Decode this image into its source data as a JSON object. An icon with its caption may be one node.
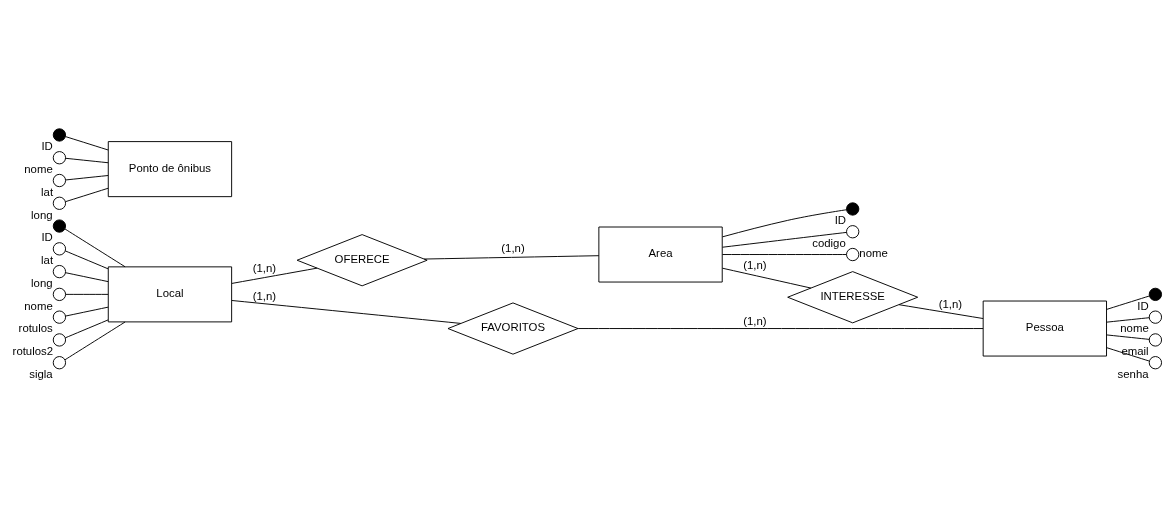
{
  "diagram": {
    "nodes": [
      {
        "text": [],
        "shape": "dot",
        "beside": [
          "ID"
        ]
      },
      {
        "text": [],
        "shape": "circle",
        "beside": [
          "lat"
        ]
      },
      {
        "text": [],
        "shape": "circle",
        "beside": [
          "long"
        ]
      },
      {
        "text": [],
        "shape": "circle",
        "beside": [
          "nome"
        ]
      },
      {
        "text": [],
        "shape": "circle",
        "beside": [
          "rotulos"
        ]
      },
      {
        "text": [],
        "shape": "circle",
        "beside": [
          "rotulos2"
        ]
      },
      {
        "text": [],
        "shape": "circle",
        "beside": [
          "sigla"
        ]
      },
      {
        "text": [
          "Local"
        ]
      },
      {
        "text": [
          "OFERECE"
        ]
      },
      {
        "text": [
          "Area"
        ]
      },
      {
        "text": [],
        "shape": "dot",
        "beside": [
          "ID"
        ]
      },
      {
        "text": [],
        "shape": "circle",
        "beside": [
          "codigo"
        ]
      },
      {
        "text": [],
        "shape": "circle",
        "beside": [
          "nome"
        ]
      },
      {
        "text": [
          "INTERESSE"
        ]
      },
      {
        "text": [
          "FAVORITOS"
        ]
      },
      {
        "text": [],
        "shape": "dot",
        "beside": [
          "ID"
        ]
      },
      {
        "text": [],
        "shape": "circle",
        "beside": [
          "nome"
        ]
      },
      {
        "text": [],
        "shape": "circle",
        "beside": [
          "lat"
        ]
      },
      {
        "text": [],
        "shape": "circle",
        "beside": [
          "long"
        ]
      },
      {
        "text": [
          "Ponto de ônibus"
        ]
      },
      {
        "text": [
          "Pessoa"
        ]
      },
      {
        "text": [],
        "shape": "dot",
        "beside": [
          "ID"
        ]
      },
      {
        "text": [],
        "shape": "circle",
        "beside": [
          "nome"
        ]
      },
      {
        "text": [],
        "shape": "circle",
        "beside": [
          "email"
        ]
      },
      {
        "text": [],
        "shape": "circle",
        "beside": [
          "senha"
        ]
      }
    ],
    "edges": [
      {
        "from": 0,
        "to": 7,
        "arrow": "none"
      },
      {
        "from": 1,
        "to": 7,
        "arrow": "none"
      },
      {
        "from": 2,
        "to": 7,
        "arrow": "none"
      },
      {
        "from": 3,
        "to": 7,
        "arrow": "none"
      },
      {
        "from": 4,
        "to": 7,
        "arrow": "none"
      },
      {
        "from": 5,
        "to": 7,
        "arrow": "none"
      },
      {
        "from": 6,
        "to": 7,
        "arrow": "none"
      },
      {
        "from": 7,
        "to": 8,
        "label": "(1,n)",
        "arrow": "none"
      },
      {
        "from": 8,
        "to": 9,
        "label": "(1,n)",
        "arrow": "none"
      },
      {
        "from": 9,
        "to": 10,
        "arrow": "none"
      },
      {
        "from": 9,
        "to": 11,
        "arrow": "none"
      },
      {
        "from": 9,
        "to": 12,
        "arrow": "none"
      },
      {
        "from": 9,
        "to": 13,
        "label": "(1,n)",
        "arrow": "none"
      },
      {
        "from": 13,
        "to": 20,
        "label": "(1,n)",
        "arrow": "none"
      },
      {
        "from": 7,
        "to": 14,
        "label": "(1,n)",
        "arrow": "none"
      },
      {
        "from": 14,
        "to": 20,
        "label": "(1,n)",
        "arrow": "none"
      },
      {
        "from": 15,
        "to": 19,
        "arrow": "none"
      },
      {
        "from": 16,
        "to": 19,
        "arrow": "none"
      },
      {
        "from": 17,
        "to": 19,
        "arrow": "none"
      },
      {
        "from": 18,
        "to": 19,
        "arrow": "none"
      },
      {
        "from": 20,
        "to": 21,
        "arrow": "none"
      },
      {
        "from": 20,
        "to": 22,
        "arrow": "none"
      },
      {
        "from": 20,
        "to": 23,
        "arrow": "none"
      },
      {
        "from": 20,
        "to": 24,
        "arrow": "none"
      }
    ]
  }
}
